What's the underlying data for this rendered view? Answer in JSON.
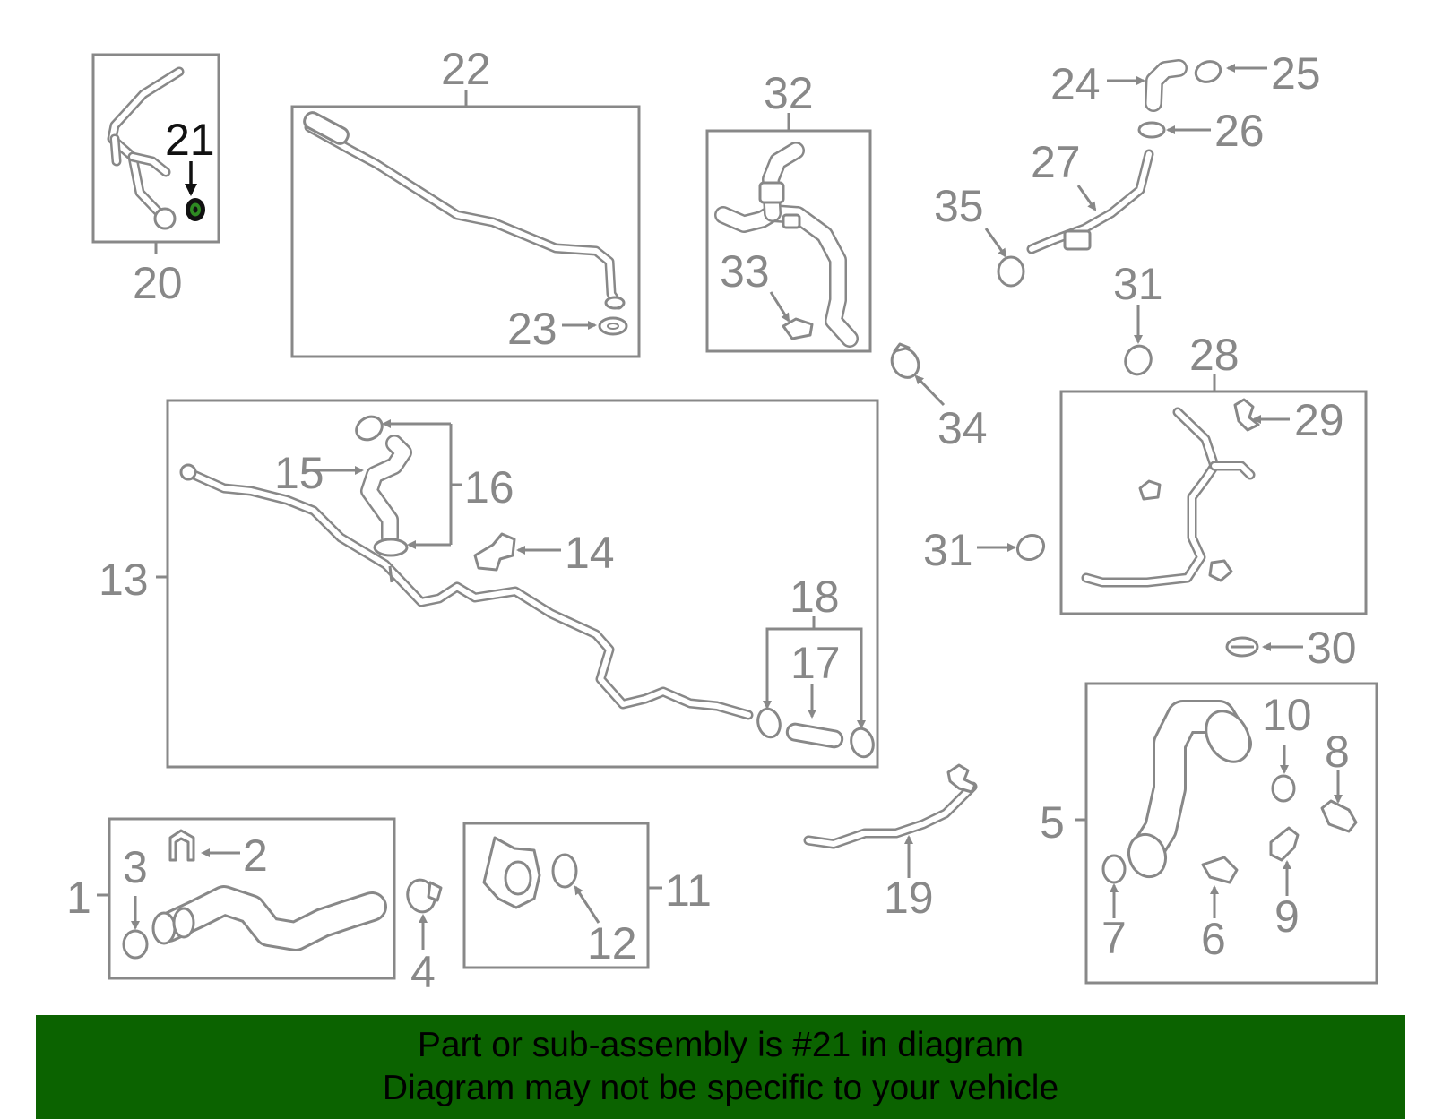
{
  "diagram": {
    "highlighted_part": "21",
    "callouts": {
      "c1": "1",
      "c2": "2",
      "c3": "3",
      "c4": "4",
      "c5": "5",
      "c6": "6",
      "c7": "7",
      "c8": "8",
      "c9": "9",
      "c10": "10",
      "c11": "11",
      "c12": "12",
      "c13": "13",
      "c14": "14",
      "c15": "15",
      "c16": "16",
      "c17": "17",
      "c18": "18",
      "c19": "19",
      "c20": "20",
      "c21": "21",
      "c22": "22",
      "c23": "23",
      "c24": "24",
      "c25": "25",
      "c26": "26",
      "c27": "27",
      "c28": "28",
      "c29": "29",
      "c30": "30",
      "c31a": "31",
      "c31b": "31",
      "c32": "32",
      "c33": "33",
      "c34": "34",
      "c35": "35"
    },
    "colors": {
      "line": "#888888",
      "highlight": "#111111",
      "highlight_part": "#1f6b1a",
      "banner": "#0b6300"
    }
  },
  "banner": {
    "line1": "Part or sub-assembly is #21 in diagram",
    "line2": "Diagram may not be specific to your vehicle"
  }
}
